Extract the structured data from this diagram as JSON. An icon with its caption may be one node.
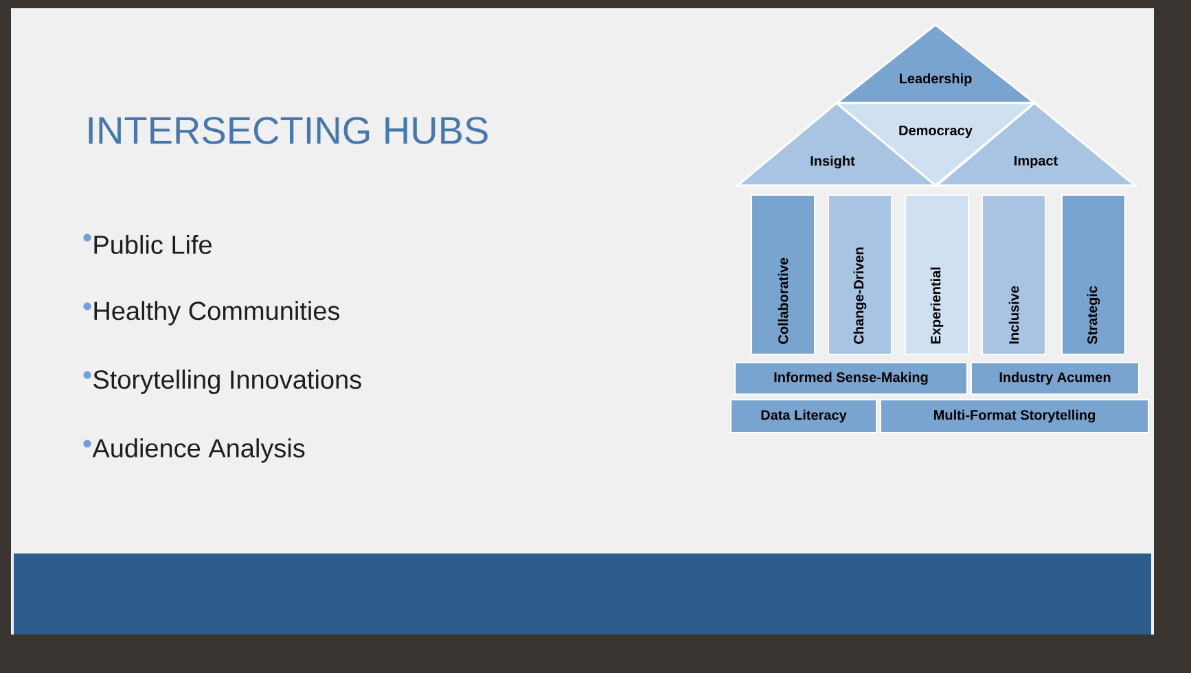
{
  "diagram": {
    "title": "INTERSECTING HUBS",
    "nodes": [
      {
        "text": [
          "Leadership"
        ]
      },
      {
        "text": [
          "Insight"
        ]
      },
      {
        "text": [
          "Democracy"
        ]
      },
      {
        "text": [
          "Impact"
        ]
      },
      {
        "text": [
          "Collaborative"
        ]
      },
      {
        "text": [
          "Change-Driven"
        ]
      },
      {
        "text": [
          "Experiential"
        ]
      },
      {
        "text": [
          "Inclusive"
        ]
      },
      {
        "text": [
          "Strategic"
        ]
      },
      {
        "text": [
          "Informed Sense-Making"
        ]
      },
      {
        "text": [
          "Industry Acumen"
        ]
      },
      {
        "text": [
          "Data Literacy"
        ]
      },
      {
        "text": [
          "Multi-Format Storytelling"
        ]
      }
    ],
    "labels": [
      "Public Life",
      "Healthy Communities",
      "Storytelling Innovations",
      "Audience Analysis"
    ]
  }
}
